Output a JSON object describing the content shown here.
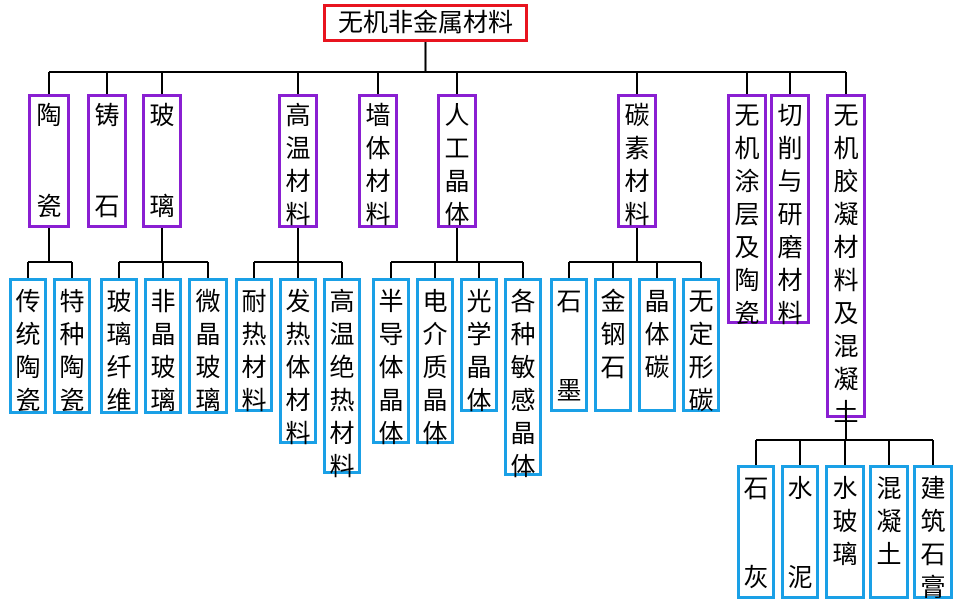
{
  "root": {
    "label": "无机非金属材料"
  },
  "categories": [
    {
      "label": "陶瓷",
      "children": [
        "传统陶瓷",
        "特种陶瓷"
      ]
    },
    {
      "label": "铸石",
      "children": []
    },
    {
      "label": "玻璃",
      "children": [
        "玻璃纤维",
        "非晶玻璃",
        "微晶玻璃"
      ]
    },
    {
      "label": "高温材料",
      "children": [
        "耐热材料",
        "发热体材料",
        "高温绝热材料"
      ]
    },
    {
      "label": "墙体材料",
      "children": []
    },
    {
      "label": "人工晶体",
      "children": [
        "半导体晶体",
        "电介质晶体",
        "光学晶体",
        "各种敏感晶体"
      ]
    },
    {
      "label": "碳素材料",
      "children": [
        "石墨",
        "金钢石",
        "晶体碳",
        "无定形碳"
      ]
    },
    {
      "label": "无机涂层及陶瓷",
      "children": []
    },
    {
      "label": "切削与研磨材料",
      "children": []
    },
    {
      "label": "无机胶凝材料及混凝土",
      "children": [
        "石灰",
        "水泥",
        "水玻璃",
        "混凝土",
        "建筑石膏"
      ]
    }
  ],
  "colors": {
    "root_border": "#e8141f",
    "category_border": "#8a1fd2",
    "subcategory_border": "#1aa0e6",
    "connector": "#000000"
  }
}
